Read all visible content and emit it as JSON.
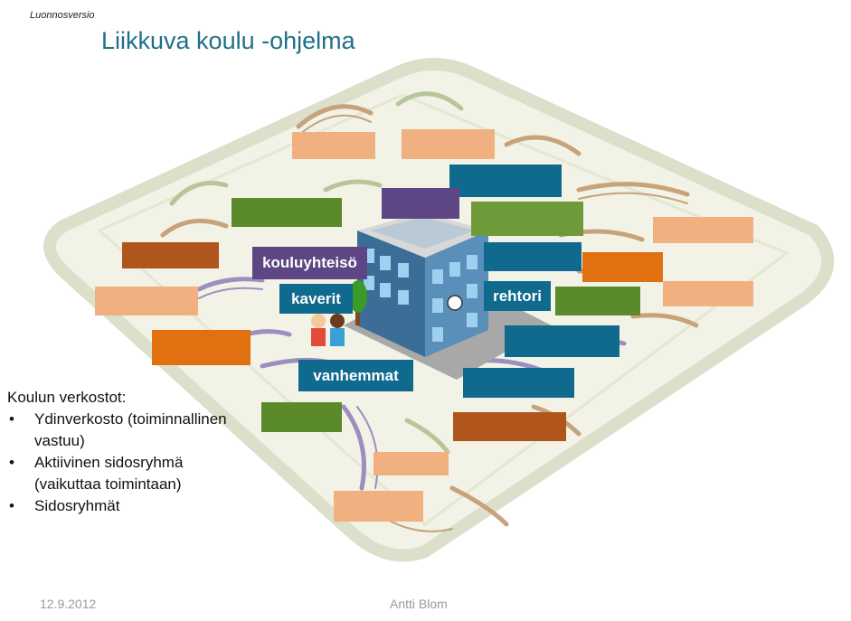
{
  "header": {
    "draft_label": "Luonnosversio",
    "title": "Liikkuva koulu -ohjelma"
  },
  "diagram": {
    "center_labels": {
      "community": "kouluyhteisö",
      "friends": "kaverit",
      "principal": "rehtori",
      "parents": "vanhemmat"
    },
    "colors": {
      "light_orange": "#f0b080",
      "orange": "#e07010",
      "rust": "#b0551c",
      "green": "#5a8a2a",
      "olive_green": "#6f9a3a",
      "teal": "#0f6a8e",
      "purple": "#5e4685",
      "board_fill": "#eef0e0",
      "board_border": "#d8dccb",
      "bridge": "#c7a27a",
      "bridge_purple": "#9b8fbf",
      "school_blue": "#4a7fa8"
    }
  },
  "legend": {
    "heading": "Koulun verkostot:",
    "items": [
      "Ydinverkosto (toiminnallinen vastuu)",
      "Aktiivinen sidosryhmä (vaikuttaa toimintaan)",
      "Sidosryhmät"
    ]
  },
  "footer": {
    "date": "12.9.2012",
    "author": "Antti Blom"
  }
}
